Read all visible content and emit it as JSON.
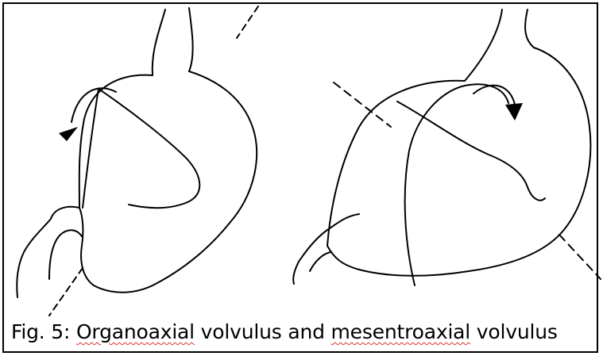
{
  "figure": {
    "caption": {
      "prefix": "Fig. 5: ",
      "word_1": "Organoaxial",
      "middle": " volvulus and ",
      "word_2": "mesentroaxial",
      "suffix": " volvulus"
    },
    "panels": [
      {
        "id": "organoaxial",
        "icons": [
          "stomach-outline",
          "rotation-arrow",
          "axis-dashed-line"
        ]
      },
      {
        "id": "mesentroaxial",
        "icons": [
          "stomach-outline",
          "rotation-arrow",
          "axis-dashed-line"
        ]
      }
    ],
    "colors": {
      "ink": "#000000",
      "spellcheck_underline": "#e0302a",
      "background": "#ffffff"
    }
  }
}
